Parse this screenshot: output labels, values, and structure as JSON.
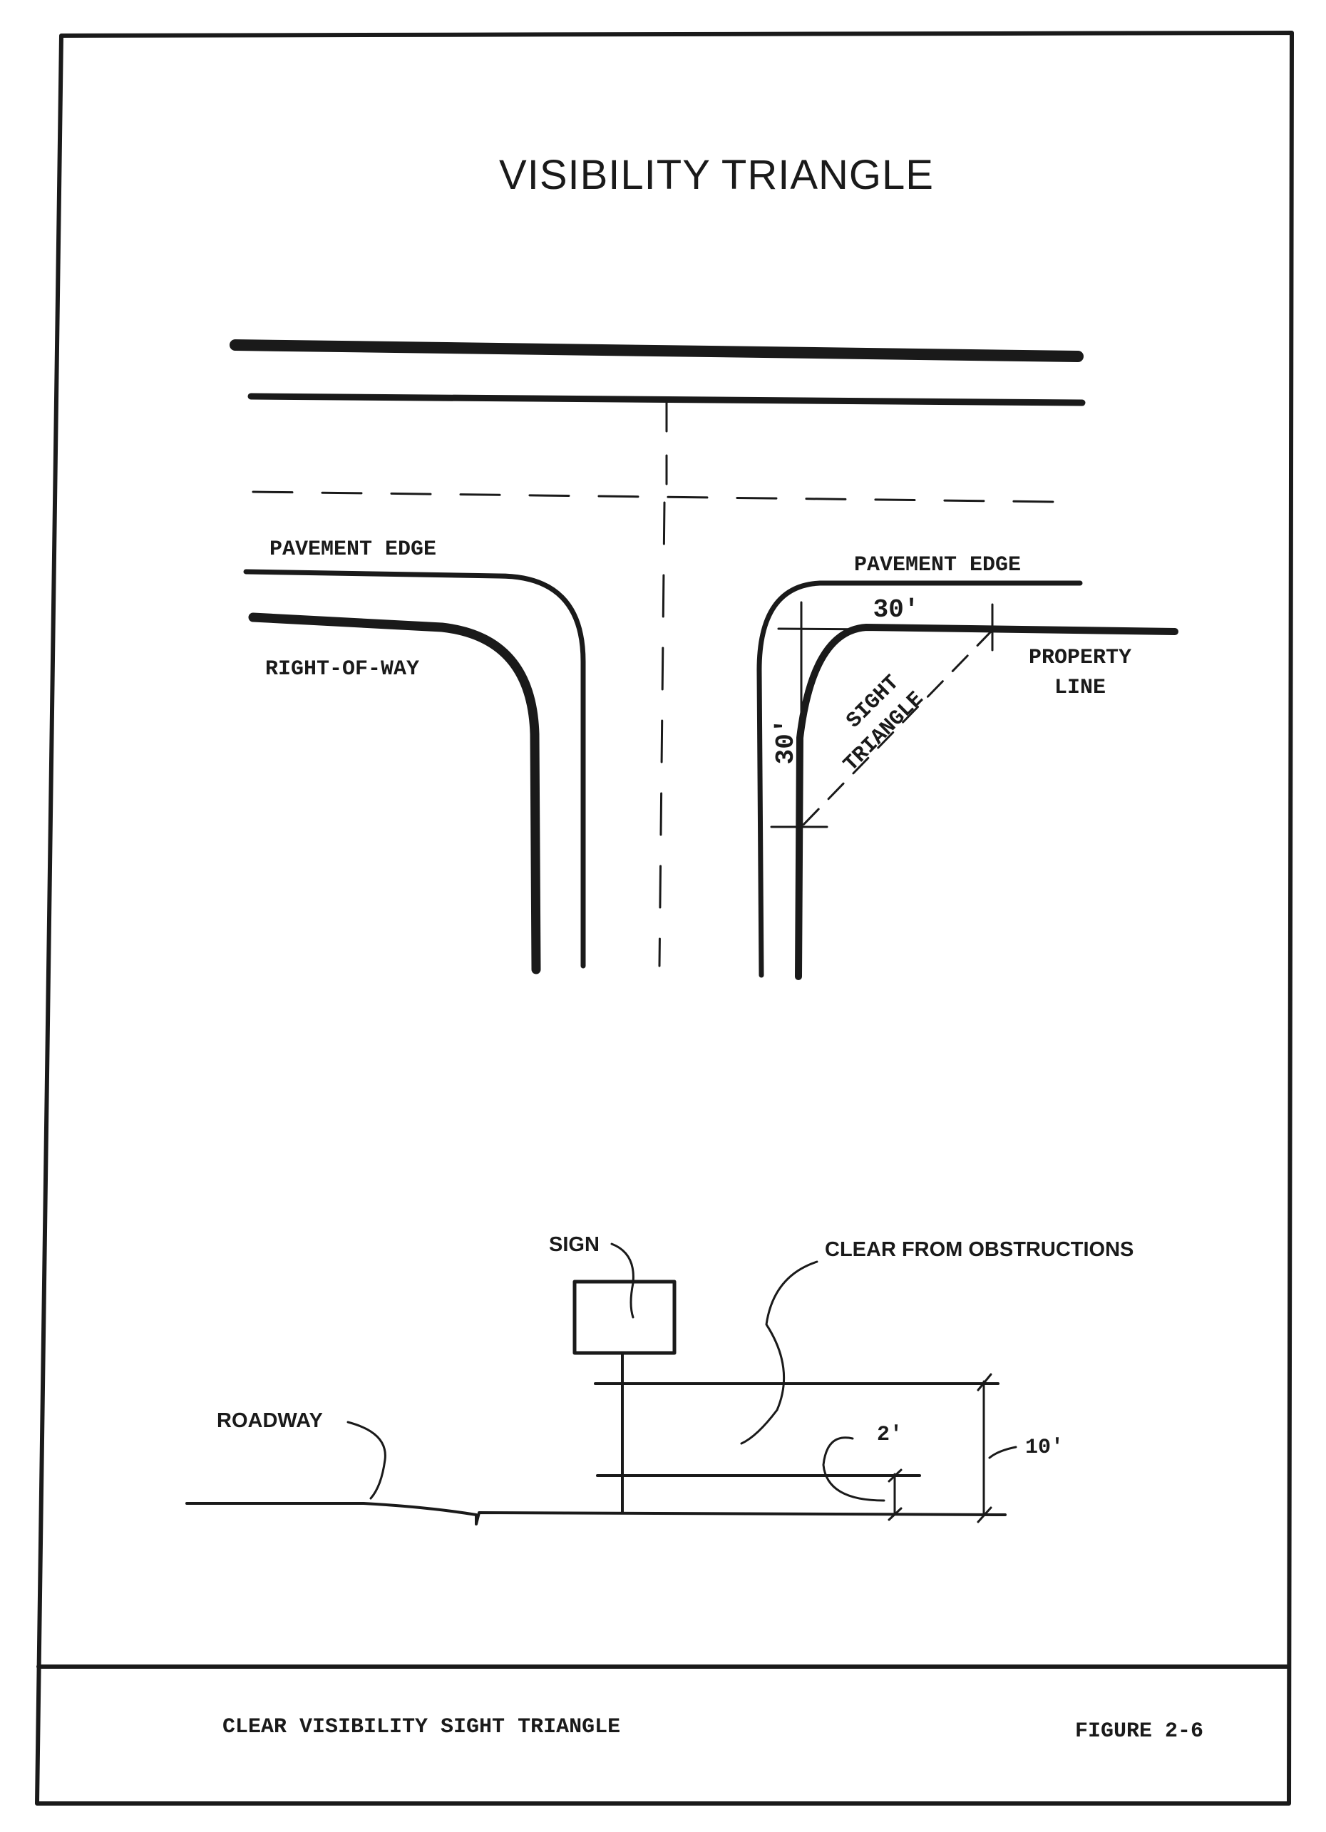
{
  "title": "VISIBILITY TRIANGLE",
  "plan_view": {
    "pavement_edge_left": "PAVEMENT EDGE",
    "pavement_edge_right": "PAVEMENT EDGE",
    "right_of_way": "RIGHT-OF-WAY",
    "property_line_1": "PROPERTY",
    "property_line_2": "LINE",
    "sight_triangle_1": "SIGHT",
    "sight_triangle_2": "TRIANGLE",
    "dim_horizontal": "30′",
    "dim_vertical": "30′"
  },
  "elevation_view": {
    "sign": "SIGN",
    "clear_from_obstructions": "CLEAR FROM OBSTRUCTIONS",
    "roadway": "ROADWAY",
    "dim_low": "2′",
    "dim_high": "10′"
  },
  "caption": "CLEAR VISIBILITY SIGHT TRIANGLE",
  "figure_number": "FIGURE 2-6"
}
